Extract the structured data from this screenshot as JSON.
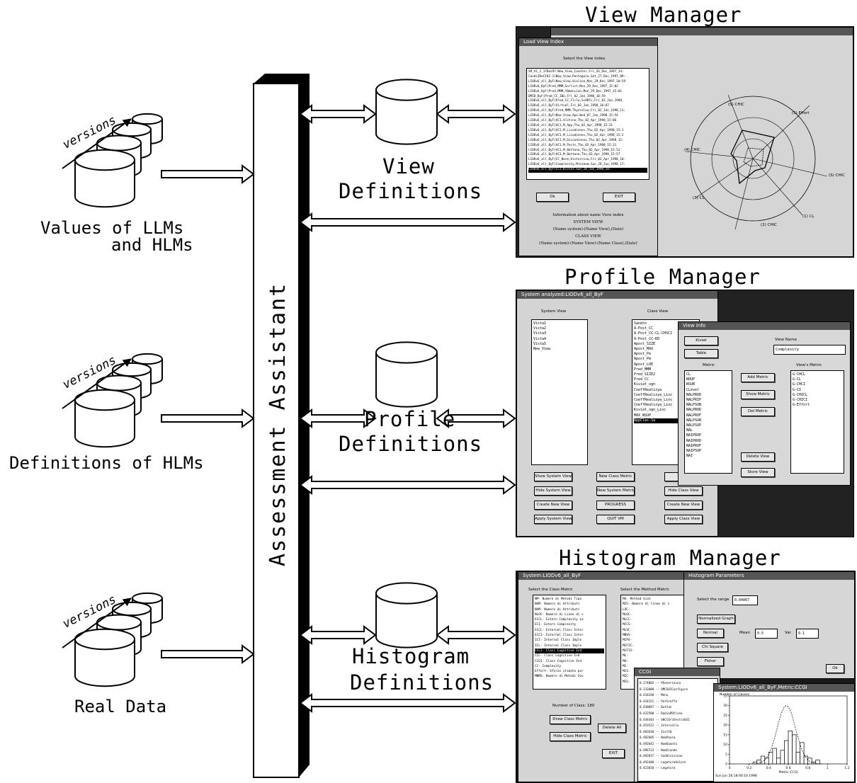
{
  "sources": {
    "versions_label": "versions",
    "llm_hlm_values": [
      "Values of LLMs",
      "and HLMs"
    ],
    "hlm_definitions": "Definitions of HLMs",
    "real_data": "Real Data"
  },
  "assistant": {
    "label": "Assessment Assistant"
  },
  "databases": {
    "view": [
      "View",
      "Definitions"
    ],
    "profile": [
      "Profile",
      "Definitions"
    ],
    "histogram": [
      "Histogram",
      "Definitions"
    ]
  },
  "managers": {
    "view": "View Manager",
    "profile": "Profile Manager",
    "histogram": "Histogram Manager"
  },
  "view_screen": {
    "main_title": "",
    "dialog_title": "Load View Index",
    "select_label": "Select the View index",
    "views": [
      "SM_V1_2_17Dez97:New_View_Counter,Fri_26_Dec_1997_14:",
      "CondiZDeCI02-1(New_View,Pentagole,Sat_27_Dec_1997_09:",
      "LIODv6_all_ByF(New_View,Violino,Mon_29_Dec_1997_10:59",
      "LIODv6_ByF(Pred_MMM,Ssrlist,Mon_29_Dec_1997_15:02",
      "LIODv6_ByF(Pred_MMM,Y0men=ion,Mon_29_Dec_1997_15:01",
      "DMID_ByF(Pred_CC_IBo,Fri_02_Jan_1998_10:59",
      "LIODv6_all_ByF(Pred_CC_Flila,Ss4D5),Fri_02_Jan_1998_",
      "LIODv6_all_ByF(Virtual,Fri_02_Jan_1998_10:07",
      "LIODv6_all_ByF(Pred_MMM,Thynrolou,Fri_02_Jan_1998_11:",
      "LIODv6_all_ByF(New_View,Ape,Wed_07_Jan_1998_15:54",
      "LIODv6_all_ByF(AC1,Vistino,Thu_02_Apr_1998_15:06",
      "LIODv6_all_ByF(AC1,M_App,Thu_02_Apr_1998_15:11",
      "LIODv6_all_ByF(AC1,M_Licodinnes,Thu_02_Apr_1998_15:1",
      "LIODv6_all_ByF(AC1,M_Licodinnes,Thu_02_Apr_1998_15:2",
      "LIODv6_all_ByF(AC1,M_Diccodinnes,Thu_02_Apr_1998_15:",
      "LIODv6_all_ByF(AC1,M_Parts,Thu_02_Apr_1998_15:31",
      "LIODv6_all_ByF(AC1,M_Bottone,Thu_02_Apr_1998_15:53",
      "LIODv6_all_ByF(AC1,M_Bottone,Thu_02_Apr_1998_15:57",
      "LIODv6_all_ByF(CC_Norm,Vistorcina,Fri_03_Apr_1998_10:",
      "LIODv6_all_ByF(Complexity,Minimum,Sun_26_Jun_1998_17:",
      "LIODv6_all_ByF(CC2,Kiviat,Sun_28_Jun_1998_18:"
    ],
    "ok_label": "Ok",
    "exit_label": "EXIT",
    "info_lines": [
      "Information about name View index",
      "SYSTEM VIEW",
      "(Name system)-(Name View),(Date)",
      "CLASS VIEW",
      "(Name system)-(Name View)-(Name Class),(Date)"
    ],
    "kiviat_axes": [
      "(S) CHIC",
      "(S) Effort",
      "(4) CHIC",
      "(S) CHIC",
      "(3) CL",
      "(2) CHIC",
      "(1) CL"
    ]
  },
  "profile_screen": {
    "main_title": "System analyzed:LIODv6_all_ByF",
    "system_view_label": "System View",
    "system_views": [
      "Vista1",
      "Vista2",
      "Vista3",
      "Vista4",
      "Vista5",
      "New_View"
    ],
    "class_view_label": "Class View",
    "class_views": [
      "Sandro",
      "A-Post_CC",
      "A-Post_CC-CL-CHSC1",
      "A-Post_CC-KD",
      "Apost_SIZE",
      "Apost_MAX",
      "Apost_Pe",
      "Apost_Pm",
      "Apost_LOE",
      "Pred_MMM",
      "Pred_SIZE2",
      "Pred_CC",
      "Kiviat_ogn",
      "CoeffRealizya",
      "CoeffRealizya_Lioc",
      "CoeffRealizya_Lioc",
      "CoeffRealizya_Lioc",
      "Kiviat_ogn_Lioc",
      "MAX_WSUP",
      "AppClas-Sa"
    ],
    "buttons": [
      "Show System View",
      "Hide System View",
      "Create New View",
      "Apply System View",
      "New Class Metric",
      "New System Metric",
      "PROGRESS",
      "QUIT VM",
      "Show",
      "Hide Class View",
      "Create New View",
      "Apply Class View"
    ],
    "view_info": {
      "title": "View Info",
      "kiviat_label": "Kiviat",
      "table_label": "Table",
      "view_name_label": "View Name",
      "view_name_value": "Complexity",
      "metric_label": "Metric",
      "metrics": [
        "CL",
        "NOUP",
        "NSUB",
        "CLevel",
        "NALPROD",
        "NALPRIP",
        "NALPSUB",
        "NALPROD",
        "NALPROF",
        "NALPSUB",
        "NALPSUP",
        "NAL",
        "NAIPROP",
        "NAIPROD",
        "NAIPROF",
        "NAIPSUP",
        "NAI"
      ],
      "buttons": [
        "Add Metric",
        "Show Metric",
        "Del Metric",
        "Delete View",
        "Store View"
      ],
      "views_metric_label": "View's Metric",
      "view_metrics": [
        "G-CHCL",
        "G-CL",
        "G-CHCI",
        "G-CI",
        "G-CHICL",
        "G-CHICI",
        "G-Effort"
      ]
    }
  },
  "histogram_screen": {
    "class_metric_title": "System:LIODv6_all_ByF",
    "select_class_metric": "Select the Class Metric",
    "class_metrics": [
      "NM-  Numero di Metodi Tipo",
      "NAM-  Numero di Attributi",
      "NAM-  Numero di Attributi",
      "NLOC-  Numero di Linee di c",
      "ECCL-  Extern Complexity Lo",
      "ECI-  Extern Complexity",
      "ECCL-  External Class Inter",
      "ECCI-  External Class Inter",
      "ICI-  Internal Class Imple",
      "ICL-  Internal Class Imple",
      "CCCI-  Class Cognitive Ind",
      "CCL-  Class Cognitive Ind",
      "CCGI-  Class Cognitive Ind",
      "CC-  Complexity",
      "Effort-  Sforzo stimato per",
      "MNMS-  Numero di Metodi Sov"
    ],
    "select_method_metric": "Select the Method Metric",
    "method_metrics": [
      "MS-  Method Size",
      "MIS-  Numero di linee di c",
      "LOC-",
      "MLOC-",
      "MLCC-",
      "MCCS-",
      "MLVC-",
      "MNVS-",
      "MCPS-",
      "MCFIC-",
      "MCFIS-",
      "ML-",
      "MA-",
      "MC-",
      "MCS-",
      "MIC-",
      "MIS-"
    ],
    "number_of_class": "Number of Class: 180",
    "buttons": [
      "Draw Class Metric",
      "Hide Class Metric",
      "Delete All",
      "EXIT"
    ],
    "params_title": "Histogram Parameters",
    "select_range_label": "Select the range",
    "range_value": "0.04067",
    "options": [
      "Normalized Graph",
      "Normal",
      "Chi Square",
      "Fisher"
    ],
    "mean_label": "Mean",
    "mean_value": "0.5",
    "var_label": "Var",
    "var_value": "0.1",
    "ok_label": "Ok",
    "values_title": "CCGI",
    "values": [
      "0.274002 -- PGenerinusa",
      "0.332000 -- OMCGUIConfigure",
      "0.418338 -- Menu",
      "0.434151 -- ParGraffa",
      "0.438097 -- Button",
      "0.432500 -- RadioPDtlsea",
      "0.444444 -- OHCCOrchestraGUI",
      "0.453522 -- Intervallo",
      "0.482630 -- Inst10",
      "0.482605 -- NumPausa",
      "0.492642 -- NumQuanta",
      "0.496723 -- NumGrande",
      "0.492837 -- Suddivisione",
      "0.492440 -- LegaturaValore",
      "0.423810 -- Legatura"
    ],
    "chart_title": "System:LIODv6_all_ByF,Metric:CCGI",
    "footer": "Sun Jun 28 18:00:10 1998"
  },
  "chart_data": {
    "type": "bar",
    "title": "",
    "ylabel": "Number of Classes",
    "xlabel": "Metric CCGI",
    "xlim": [
      0,
      1.2
    ],
    "ylim": [
      0,
      35
    ],
    "x_ticks": [
      0,
      0.2,
      0.4,
      0.6,
      0.8,
      1,
      1.2
    ],
    "y_ticks": [
      0,
      5,
      10,
      15,
      20,
      25,
      30,
      35
    ],
    "bin_width": 0.04,
    "bins": [
      0.24,
      0.28,
      0.32,
      0.36,
      0.4,
      0.44,
      0.48,
      0.52,
      0.56,
      0.6,
      0.64,
      0.68,
      0.72,
      0.76,
      0.8,
      0.84,
      0.88
    ],
    "values": [
      1,
      2,
      4,
      3,
      6,
      8,
      3,
      7,
      12,
      17,
      15,
      6,
      11,
      4,
      3,
      1,
      2
    ],
    "normal_curve": {
      "mean": 0.5,
      "var": 0.1,
      "peak": 30
    }
  }
}
